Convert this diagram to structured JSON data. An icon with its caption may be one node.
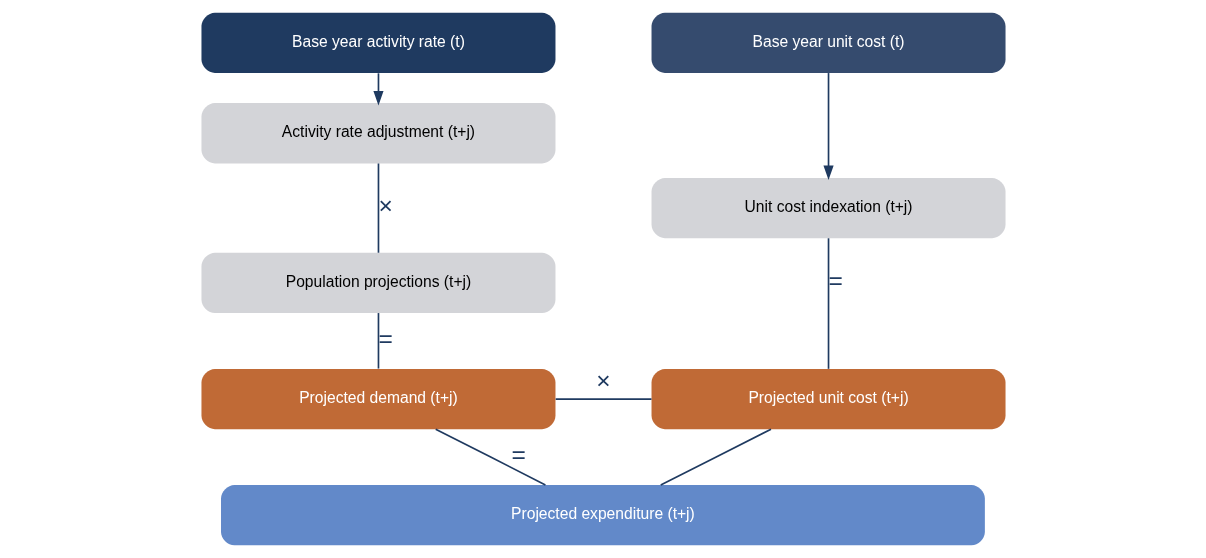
{
  "diagram": {
    "nodes": [
      {
        "text": [
          "Base year activity rate (t)"
        ]
      },
      {
        "text": [
          "Base year unit cost (t)"
        ]
      },
      {
        "text": [
          "Activity rate adjustment (t+j)"
        ]
      },
      {
        "text": [
          "Unit cost indexation (t+j)"
        ]
      },
      {
        "text": [
          "Population projections (t+j)"
        ]
      },
      {
        "text": [
          "Projected demand (t+j)"
        ]
      },
      {
        "text": [
          "Projected unit cost (t+j)"
        ]
      },
      {
        "text": [
          "Projected expenditure (t+j)"
        ]
      }
    ],
    "edges": [
      {
        "from": 0,
        "to": 2,
        "arrow": "to"
      },
      {
        "from": 1,
        "to": 3,
        "arrow": "to"
      },
      {
        "from": 2,
        "to": 4,
        "arrow": "none",
        "label": "×"
      },
      {
        "from": 4,
        "to": 5,
        "arrow": "none",
        "label": "="
      },
      {
        "from": 3,
        "to": 6,
        "arrow": "none",
        "label": "="
      },
      {
        "from": 5,
        "to": 6,
        "arrow": "none",
        "label": "×"
      },
      {
        "from": 5,
        "to": 7,
        "arrow": "none",
        "label": "="
      },
      {
        "from": 6,
        "to": 7,
        "arrow": "none"
      }
    ]
  }
}
